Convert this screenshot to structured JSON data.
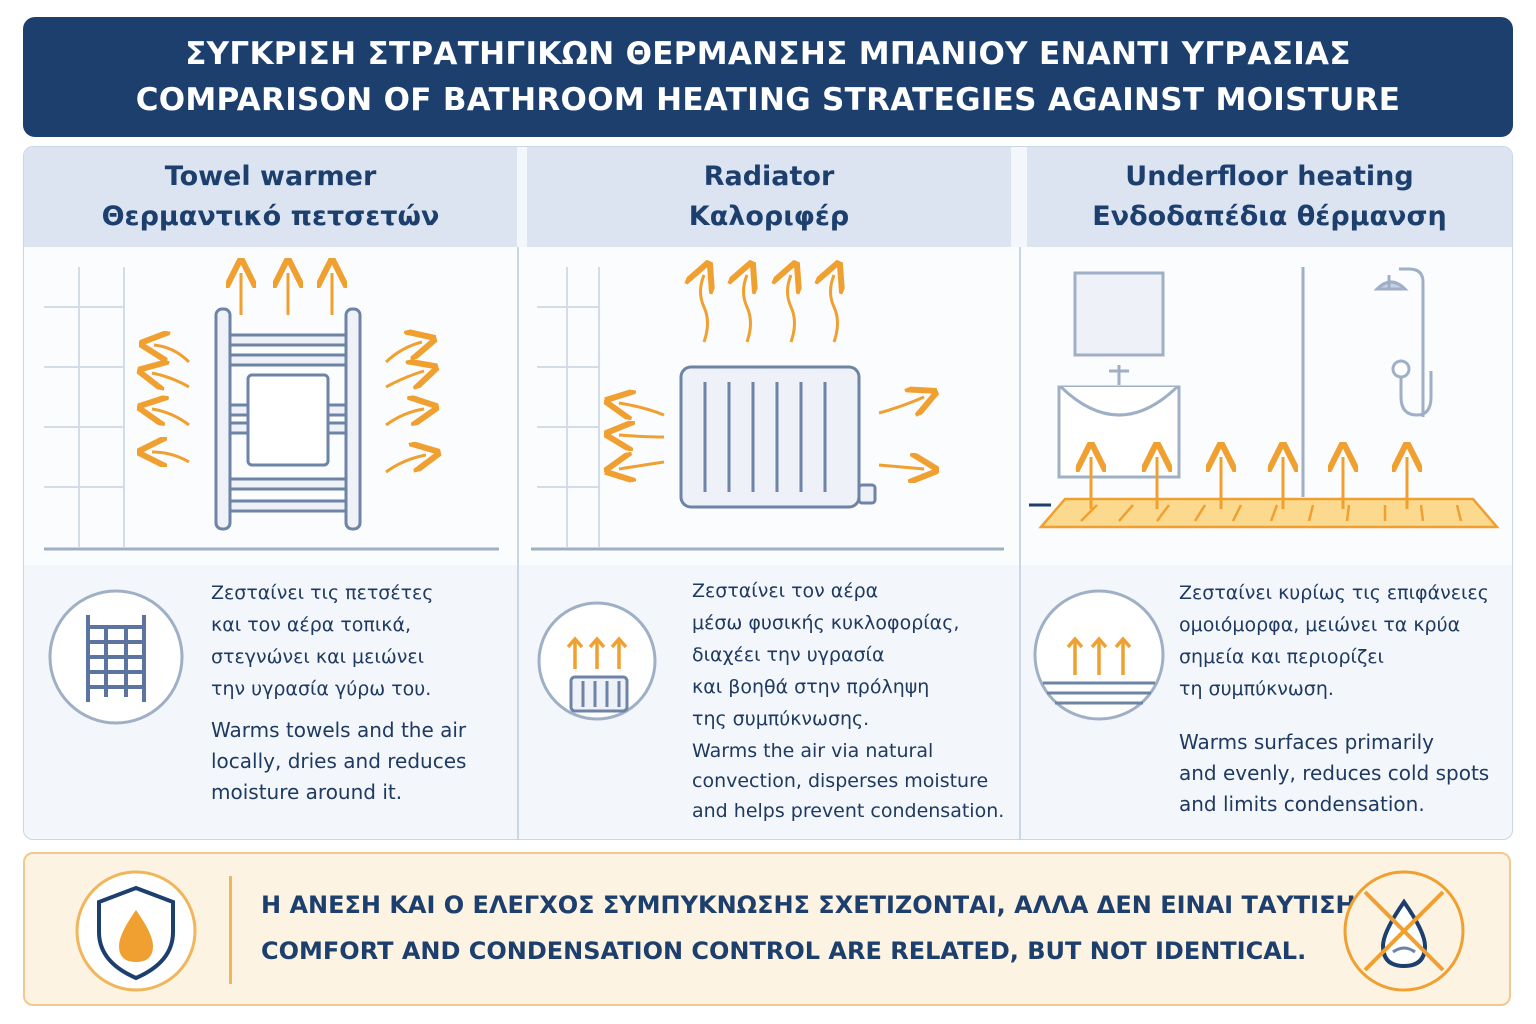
{
  "header": {
    "title_gr": "ΣΥΓΚΡΙΣΗ ΣΤΡΑΤΗΓΙΚΩΝ ΘΕΡΜΑΝΣΗΣ ΜΠΑΝΙΟΥ ΕΝΑΝΤΙ ΥΓΡΑΣΙΑΣ",
    "title_en": "COMPARISON OF BATHROOM HEATING STRATEGIES AGAINST MOISTURE"
  },
  "columns": [
    {
      "title_en": "Towel warmer",
      "title_gr": "Θερμαντικό πετσετών",
      "desc_gr": [
        "Ζεσταίνει τις πετσέτες",
        "και τον αέρα τοπικά,",
        "στεγνώνει και μειώνει",
        "την υγρασία γύρω του."
      ],
      "desc_en": [
        "Warms towels and the air",
        "locally, dries and reduces",
        "moisture around it."
      ],
      "icon": "towel-rail-icon"
    },
    {
      "title_en": "Radiator",
      "title_gr": "Καλοριφέρ",
      "desc_gr": [
        "Ζεσταίνει τον αέρα",
        "μέσω φυσικής κυκλοφορίας,",
        "διαχέει την υγρασία",
        "και βοηθά στην πρόληψη",
        "της συμπύκνωσης."
      ],
      "desc_en": [
        "Warms the air via natural",
        "convection, disperses moisture",
        "and helps prevent condensation."
      ],
      "icon": "radiator-icon"
    },
    {
      "title_en": "Underfloor heating",
      "title_gr": "Ενδοδαπέδια θέρμανση",
      "desc_gr": [
        "Ζεσταίνει κυρίως τις επιφάνειες",
        "ομοιόμορφα, μειώνει τα κρύα",
        "σημεία και περιορίζει",
        "τη συμπύκνωση."
      ],
      "desc_en": [
        "Warms surfaces primarily",
        "and evenly, reduces cold spots",
        "and limits condensation."
      ],
      "icon": "floor-heat-icon"
    }
  ],
  "footer": {
    "line_gr": "Η ΑΝΕΣΗ ΚΑΙ Ο ΕΛΕΓΧΟΣ ΣΥΜΠΥΚΝΩΣΗΣ ΣΧΕΤΙΖΟΝΤΑΙ, ΑΛΛΑ ΔΕΝ ΕΙΝΑΙ ΤΑΥΤΙΣΗΜΑ.",
    "line_en": "COMFORT AND CONDENSATION CONTROL ARE RELATED, BUT NOT IDENTICAL."
  },
  "colors": {
    "navy": "#1c3f6e",
    "accent_orange": "#f0a030",
    "panel_blue": "#dbe4f0",
    "footer_bg": "#fdf3e2"
  }
}
